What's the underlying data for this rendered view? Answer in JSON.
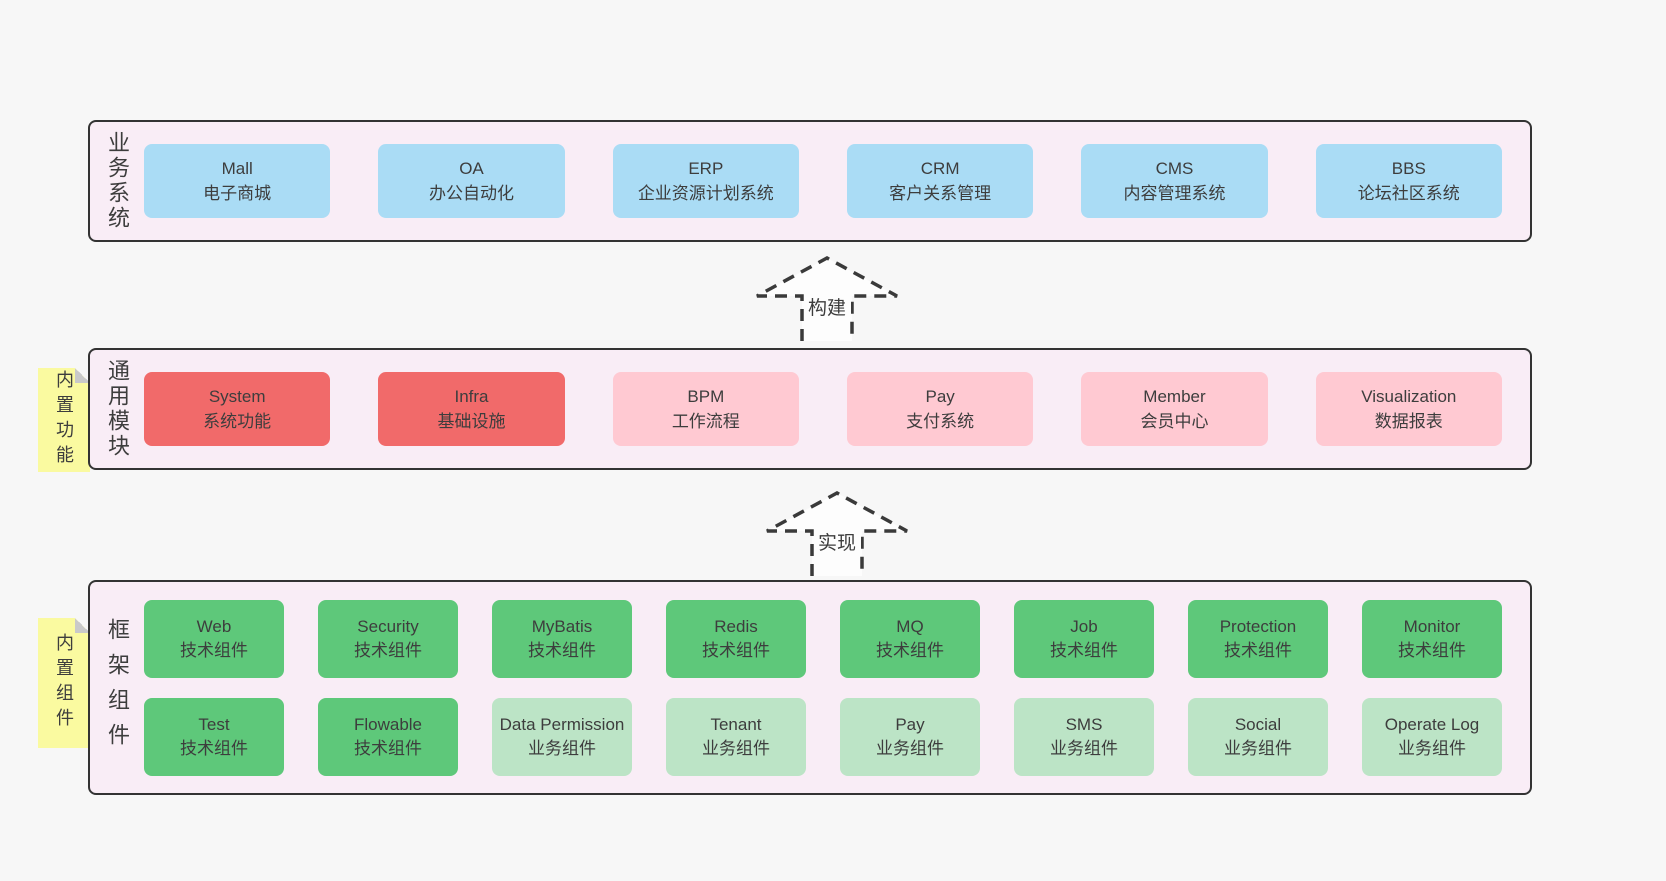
{
  "palette": {
    "page_bg": "#f7f7f7",
    "layer_bg": "#f9edf6",
    "layer_border": "#333333",
    "blue_box": "#aadcf5",
    "red_box": "#f16a6a",
    "pink_box": "#ffc9d2",
    "green_dark_box": "#5ec87a",
    "green_light_box": "#bce4c6",
    "sticky_note": "#fafaa0",
    "note_fold": "#c9c9c9",
    "text": "#3d3d3d"
  },
  "arrows": [
    {
      "label": "构建"
    },
    {
      "label": "实现"
    }
  ],
  "layers": {
    "business": {
      "title": "业务系统",
      "boxes": [
        {
          "name": "Mall",
          "desc": "电子商城"
        },
        {
          "name": "OA",
          "desc": "办公自动化"
        },
        {
          "name": "ERP",
          "desc": "企业资源计划系统"
        },
        {
          "name": "CRM",
          "desc": "客户关系管理"
        },
        {
          "name": "CMS",
          "desc": "内容管理系统"
        },
        {
          "name": "BBS",
          "desc": "论坛社区系统"
        }
      ]
    },
    "modules": {
      "title": "通用模块",
      "note": "内置功能",
      "boxes": [
        {
          "name": "System",
          "desc": "系统功能"
        },
        {
          "name": "Infra",
          "desc": "基础设施"
        },
        {
          "name": "BPM",
          "desc": "工作流程"
        },
        {
          "name": "Pay",
          "desc": "支付系统"
        },
        {
          "name": "Member",
          "desc": "会员中心"
        },
        {
          "name": "Visualization",
          "desc": "数据报表"
        }
      ]
    },
    "framework": {
      "title": "框架组件",
      "note": "内置组件",
      "row1": [
        {
          "name": "Web",
          "desc": "技术组件"
        },
        {
          "name": "Security",
          "desc": "技术组件"
        },
        {
          "name": "MyBatis",
          "desc": "技术组件"
        },
        {
          "name": "Redis",
          "desc": "技术组件"
        },
        {
          "name": "MQ",
          "desc": "技术组件"
        },
        {
          "name": "Job",
          "desc": "技术组件"
        },
        {
          "name": "Protection",
          "desc": "技术组件"
        },
        {
          "name": "Monitor",
          "desc": "技术组件"
        }
      ],
      "row2": [
        {
          "name": "Test",
          "desc": "技术组件"
        },
        {
          "name": "Flowable",
          "desc": "技术组件"
        },
        {
          "name": "Data Permission",
          "desc": "业务组件"
        },
        {
          "name": "Tenant",
          "desc": "业务组件"
        },
        {
          "name": "Pay",
          "desc": "业务组件"
        },
        {
          "name": "SMS",
          "desc": "业务组件"
        },
        {
          "name": "Social",
          "desc": "业务组件"
        },
        {
          "name": "Operate Log",
          "desc": "业务组件"
        }
      ]
    }
  }
}
